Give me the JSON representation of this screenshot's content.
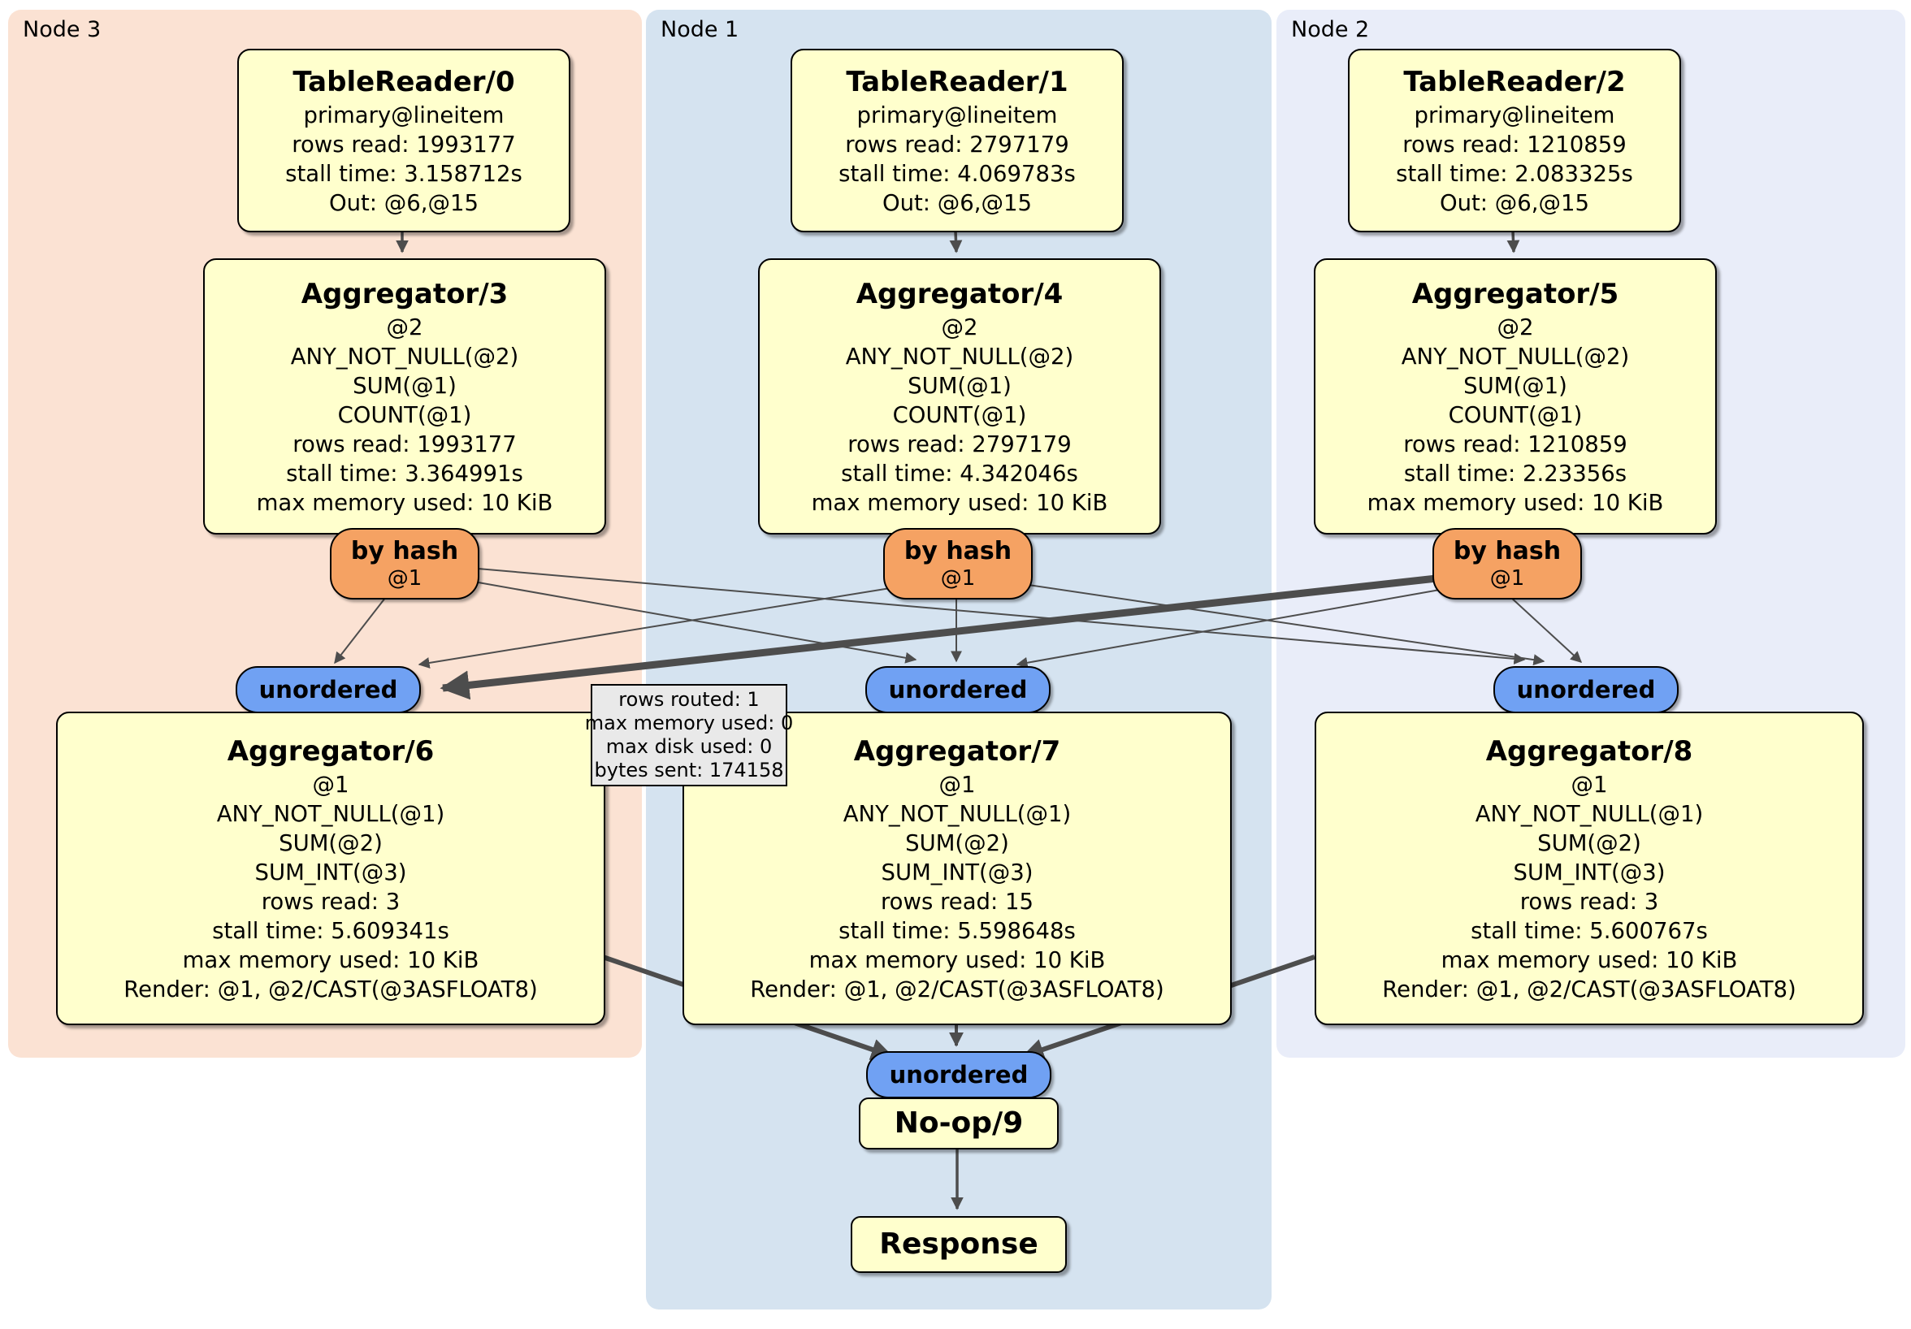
{
  "regions": {
    "node3": {
      "label": "Node 3"
    },
    "node1": {
      "label": "Node 1"
    },
    "node2": {
      "label": "Node 2"
    }
  },
  "processors": {
    "tr0": {
      "title": "TableReader/0",
      "lines": [
        "primary@lineitem",
        "rows read: 1993177",
        "stall time: 3.158712s",
        "Out: @6,@15"
      ]
    },
    "tr1": {
      "title": "TableReader/1",
      "lines": [
        "primary@lineitem",
        "rows read: 2797179",
        "stall time: 4.069783s",
        "Out: @6,@15"
      ]
    },
    "tr2": {
      "title": "TableReader/2",
      "lines": [
        "primary@lineitem",
        "rows read: 1210859",
        "stall time: 2.083325s",
        "Out: @6,@15"
      ]
    },
    "agg3": {
      "title": "Aggregator/3",
      "lines": [
        "@2",
        "ANY_NOT_NULL(@2)",
        "SUM(@1)",
        "COUNT(@1)",
        "rows read: 1993177",
        "stall time: 3.364991s",
        "max memory used: 10 KiB"
      ]
    },
    "agg4": {
      "title": "Aggregator/4",
      "lines": [
        "@2",
        "ANY_NOT_NULL(@2)",
        "SUM(@1)",
        "COUNT(@1)",
        "rows read: 2797179",
        "stall time: 4.342046s",
        "max memory used: 10 KiB"
      ]
    },
    "agg5": {
      "title": "Aggregator/5",
      "lines": [
        "@2",
        "ANY_NOT_NULL(@2)",
        "SUM(@1)",
        "COUNT(@1)",
        "rows read: 1210859",
        "stall time: 2.23356s",
        "max memory used: 10 KiB"
      ]
    },
    "agg6": {
      "title": "Aggregator/6",
      "lines": [
        "@1",
        "ANY_NOT_NULL(@1)",
        "SUM(@2)",
        "SUM_INT(@3)",
        "rows read: 3",
        "stall time: 5.609341s",
        "max memory used: 10 KiB",
        "Render: @1, @2/CAST(@3ASFLOAT8)"
      ]
    },
    "agg7": {
      "title": "Aggregator/7",
      "lines": [
        "@1",
        "ANY_NOT_NULL(@1)",
        "SUM(@2)",
        "SUM_INT(@3)",
        "rows read: 15",
        "stall time: 5.598648s",
        "max memory used: 10 KiB",
        "Render: @1, @2/CAST(@3ASFLOAT8)"
      ]
    },
    "agg8": {
      "title": "Aggregator/8",
      "lines": [
        "@1",
        "ANY_NOT_NULL(@1)",
        "SUM(@2)",
        "SUM_INT(@3)",
        "rows read: 3",
        "stall time: 5.600767s",
        "max memory used: 10 KiB",
        "Render: @1, @2/CAST(@3ASFLOAT8)"
      ]
    },
    "noop": {
      "title": "No-op/9"
    },
    "response": {
      "title": "Response"
    }
  },
  "routers": {
    "by_hash": {
      "title": "by hash",
      "subtitle": "@1"
    },
    "unordered": {
      "title": "unordered"
    }
  },
  "tooltip": {
    "lines": [
      "rows routed: 1",
      "max memory used: 0",
      "max disk used: 0",
      "bytes sent: 174158"
    ]
  },
  "colors": {
    "region_node3_bg": "#fbe2d3",
    "region_node1_bg": "#d5e3f0",
    "region_node2_bg": "#e9edf9",
    "processor_box_bg": "#ffffcd",
    "router_bg": "#f5a263",
    "sync_bg": "#70a1f3",
    "tooltip_bg": "#e9e9e9",
    "edge": "#4d4d4d"
  }
}
